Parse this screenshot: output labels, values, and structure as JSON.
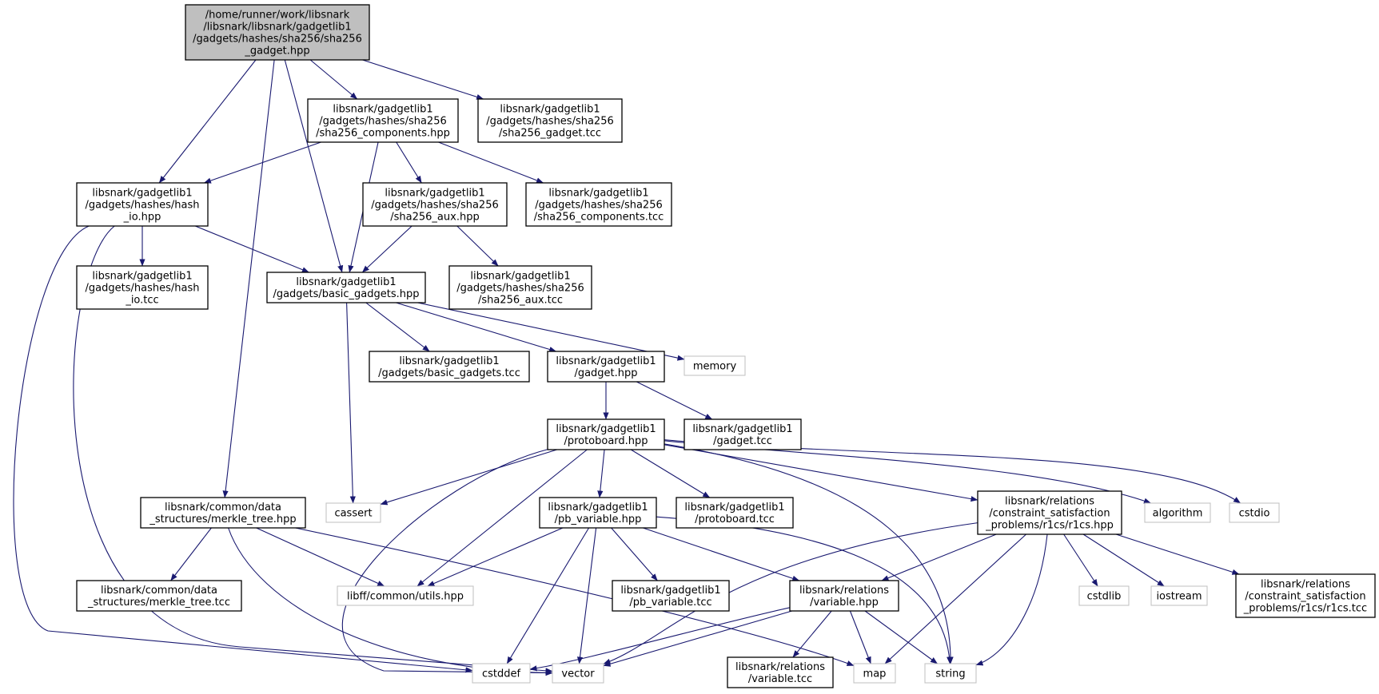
{
  "colors": {
    "edge": "#191970",
    "root_fill": "#bfbfbf",
    "node_border": "#000000",
    "external_border": "#bfbfbf",
    "background": "#ffffff"
  },
  "nodes": [
    {
      "id": "root",
      "kind": "root",
      "lines": [
        "/home/runner/work/libsnark",
        "/libsnark/libsnark/gadgetlib1",
        "/gadgets/hashes/sha256/sha256",
        "_gadget.hpp"
      ]
    },
    {
      "id": "sha256_components_hpp",
      "kind": "file",
      "lines": [
        "libsnark/gadgetlib1",
        "/gadgets/hashes/sha256",
        "/sha256_components.hpp"
      ]
    },
    {
      "id": "sha256_gadget_tcc",
      "kind": "file",
      "lines": [
        "libsnark/gadgetlib1",
        "/gadgets/hashes/sha256",
        "/sha256_gadget.tcc"
      ]
    },
    {
      "id": "hash_io_hpp",
      "kind": "file",
      "lines": [
        "libsnark/gadgetlib1",
        "/gadgets/hashes/hash",
        "_io.hpp"
      ]
    },
    {
      "id": "sha256_aux_hpp",
      "kind": "file",
      "lines": [
        "libsnark/gadgetlib1",
        "/gadgets/hashes/sha256",
        "/sha256_aux.hpp"
      ]
    },
    {
      "id": "sha256_components_tcc",
      "kind": "file",
      "lines": [
        "libsnark/gadgetlib1",
        "/gadgets/hashes/sha256",
        "/sha256_components.tcc"
      ]
    },
    {
      "id": "hash_io_tcc",
      "kind": "file",
      "lines": [
        "libsnark/gadgetlib1",
        "/gadgets/hashes/hash",
        "_io.tcc"
      ]
    },
    {
      "id": "basic_gadgets_hpp",
      "kind": "file",
      "lines": [
        "libsnark/gadgetlib1",
        "/gadgets/basic_gadgets.hpp"
      ]
    },
    {
      "id": "sha256_aux_tcc",
      "kind": "file",
      "lines": [
        "libsnark/gadgetlib1",
        "/gadgets/hashes/sha256",
        "/sha256_aux.tcc"
      ]
    },
    {
      "id": "basic_gadgets_tcc",
      "kind": "file",
      "lines": [
        "libsnark/gadgetlib1",
        "/gadgets/basic_gadgets.tcc"
      ]
    },
    {
      "id": "gadget_hpp",
      "kind": "file",
      "lines": [
        "libsnark/gadgetlib1",
        "/gadget.hpp"
      ]
    },
    {
      "id": "memory",
      "kind": "external",
      "lines": [
        "memory"
      ]
    },
    {
      "id": "protoboard_hpp",
      "kind": "file",
      "lines": [
        "libsnark/gadgetlib1",
        "/protoboard.hpp"
      ]
    },
    {
      "id": "gadget_tcc",
      "kind": "file",
      "lines": [
        "libsnark/gadgetlib1",
        "/gadget.tcc"
      ]
    },
    {
      "id": "merkle_tree_hpp",
      "kind": "file",
      "lines": [
        "libsnark/common/data",
        "_structures/merkle_tree.hpp"
      ]
    },
    {
      "id": "cassert",
      "kind": "external",
      "lines": [
        "cassert"
      ]
    },
    {
      "id": "pb_variable_hpp",
      "kind": "file",
      "lines": [
        "libsnark/gadgetlib1",
        "/pb_variable.hpp"
      ]
    },
    {
      "id": "protoboard_tcc",
      "kind": "file",
      "lines": [
        "libsnark/gadgetlib1",
        "/protoboard.tcc"
      ]
    },
    {
      "id": "r1cs_hpp",
      "kind": "file",
      "lines": [
        "libsnark/relations",
        "/constraint_satisfaction",
        "_problems/r1cs/r1cs.hpp"
      ]
    },
    {
      "id": "algorithm",
      "kind": "external",
      "lines": [
        "algorithm"
      ]
    },
    {
      "id": "cstdio",
      "kind": "external",
      "lines": [
        "cstdio"
      ]
    },
    {
      "id": "merkle_tree_tcc",
      "kind": "file",
      "lines": [
        "libsnark/common/data",
        "_structures/merkle_tree.tcc"
      ]
    },
    {
      "id": "utils_hpp",
      "kind": "external",
      "lines": [
        "libff/common/utils.hpp"
      ]
    },
    {
      "id": "pb_variable_tcc",
      "kind": "file",
      "lines": [
        "libsnark/gadgetlib1",
        "/pb_variable.tcc"
      ]
    },
    {
      "id": "variable_hpp",
      "kind": "file",
      "lines": [
        "libsnark/relations",
        "/variable.hpp"
      ]
    },
    {
      "id": "cstdlib",
      "kind": "external",
      "lines": [
        "cstdlib"
      ]
    },
    {
      "id": "iostream",
      "kind": "external",
      "lines": [
        "iostream"
      ]
    },
    {
      "id": "r1cs_tcc",
      "kind": "file",
      "lines": [
        "libsnark/relations",
        "/constraint_satisfaction",
        "_problems/r1cs/r1cs.tcc"
      ]
    },
    {
      "id": "cstddef",
      "kind": "external",
      "lines": [
        "cstddef"
      ]
    },
    {
      "id": "vector",
      "kind": "external",
      "lines": [
        "vector"
      ]
    },
    {
      "id": "map",
      "kind": "external",
      "lines": [
        "map"
      ]
    },
    {
      "id": "string",
      "kind": "external",
      "lines": [
        "string"
      ]
    },
    {
      "id": "variable_tcc",
      "kind": "file",
      "lines": [
        "libsnark/relations",
        "/variable.tcc"
      ]
    }
  ],
  "edges": [
    [
      "root",
      "sha256_components_hpp"
    ],
    [
      "root",
      "sha256_gadget_tcc"
    ],
    [
      "root",
      "hash_io_hpp"
    ],
    [
      "root",
      "basic_gadgets_hpp"
    ],
    [
      "root",
      "merkle_tree_hpp"
    ],
    [
      "sha256_components_hpp",
      "hash_io_hpp"
    ],
    [
      "sha256_components_hpp",
      "basic_gadgets_hpp"
    ],
    [
      "sha256_components_hpp",
      "sha256_aux_hpp"
    ],
    [
      "sha256_components_hpp",
      "sha256_components_tcc"
    ],
    [
      "hash_io_hpp",
      "hash_io_tcc"
    ],
    [
      "hash_io_hpp",
      "basic_gadgets_hpp"
    ],
    [
      "hash_io_hpp",
      "cstddef"
    ],
    [
      "hash_io_hpp",
      "vector"
    ],
    [
      "sha256_aux_hpp",
      "basic_gadgets_hpp"
    ],
    [
      "sha256_aux_hpp",
      "sha256_aux_tcc"
    ],
    [
      "basic_gadgets_hpp",
      "basic_gadgets_tcc"
    ],
    [
      "basic_gadgets_hpp",
      "gadget_hpp"
    ],
    [
      "basic_gadgets_hpp",
      "memory"
    ],
    [
      "basic_gadgets_hpp",
      "cassert"
    ],
    [
      "gadget_hpp",
      "protoboard_hpp"
    ],
    [
      "gadget_hpp",
      "gadget_tcc"
    ],
    [
      "protoboard_hpp",
      "cassert"
    ],
    [
      "protoboard_hpp",
      "utils_hpp"
    ],
    [
      "protoboard_hpp",
      "vector"
    ],
    [
      "protoboard_hpp",
      "pb_variable_hpp"
    ],
    [
      "protoboard_hpp",
      "protoboard_tcc"
    ],
    [
      "protoboard_hpp",
      "r1cs_hpp"
    ],
    [
      "protoboard_hpp",
      "algorithm"
    ],
    [
      "protoboard_hpp",
      "cstdio"
    ],
    [
      "protoboard_hpp",
      "string"
    ],
    [
      "merkle_tree_hpp",
      "merkle_tree_tcc"
    ],
    [
      "merkle_tree_hpp",
      "utils_hpp"
    ],
    [
      "merkle_tree_hpp",
      "vector"
    ],
    [
      "merkle_tree_hpp",
      "map"
    ],
    [
      "pb_variable_hpp",
      "utils_hpp"
    ],
    [
      "pb_variable_hpp",
      "cstddef"
    ],
    [
      "pb_variable_hpp",
      "vector"
    ],
    [
      "pb_variable_hpp",
      "pb_variable_tcc"
    ],
    [
      "pb_variable_hpp",
      "variable_hpp"
    ],
    [
      "pb_variable_hpp",
      "string"
    ],
    [
      "r1cs_hpp",
      "variable_hpp"
    ],
    [
      "r1cs_hpp",
      "cstdlib"
    ],
    [
      "r1cs_hpp",
      "iostream"
    ],
    [
      "r1cs_hpp",
      "r1cs_tcc"
    ],
    [
      "r1cs_hpp",
      "vector"
    ],
    [
      "r1cs_hpp",
      "map"
    ],
    [
      "r1cs_hpp",
      "string"
    ],
    [
      "variable_hpp",
      "cstddef"
    ],
    [
      "variable_hpp",
      "vector"
    ],
    [
      "variable_hpp",
      "map"
    ],
    [
      "variable_hpp",
      "string"
    ],
    [
      "variable_hpp",
      "variable_tcc"
    ]
  ]
}
